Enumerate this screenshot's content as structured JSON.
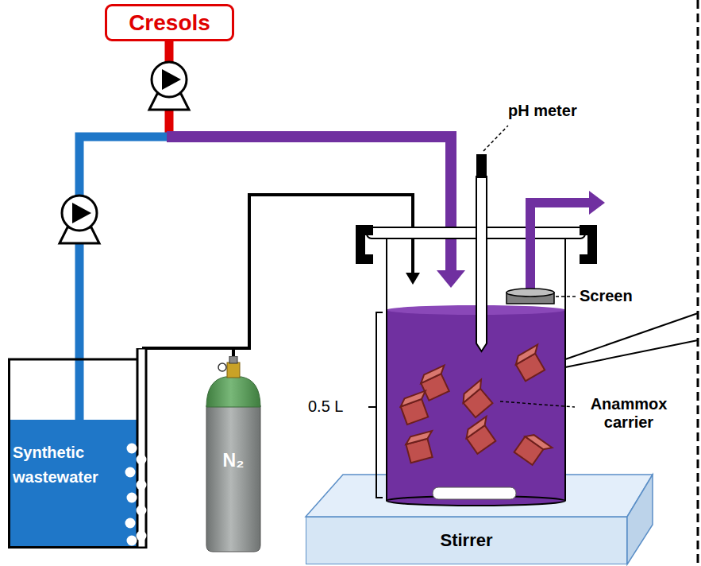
{
  "diagram": {
    "nodes": [
      {
        "text": [
          "Cresols"
        ]
      },
      {
        "text": [
          "Synthetic wastewater"
        ]
      },
      {
        "text": [
          "N₂"
        ]
      },
      {
        "text": [
          "Stirrer"
        ]
      }
    ],
    "edges": [
      {
        "from": 2,
        "to": 1,
        "arrow": "none"
      }
    ],
    "labels": [
      "pH meter",
      "Screen",
      "Anammox carrier",
      "0.5 L"
    ]
  }
}
